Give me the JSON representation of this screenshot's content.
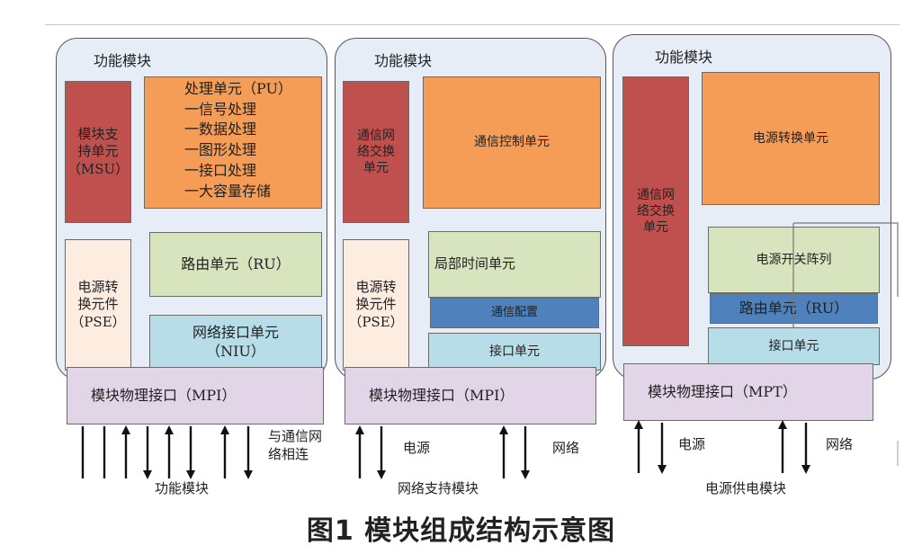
{
  "modules": [
    {
      "name": "function",
      "title": "功能模块",
      "msu": "模块支\n持单元\n（MSU）",
      "pu": "处理单元（PU）\n一信号处理\n一数据处理\n一图形处理\n一接口处理\n一大容量存储",
      "pse": "电源转\n换元件\n（PSE）",
      "ru": "路由单元（RU）",
      "niu": "网络接口单元\n（NIU）",
      "mpi": "模块物理接口（MPI）",
      "ext_label": "与通信网\n络相连",
      "bottom_label": "功能模块"
    },
    {
      "name": "network-support",
      "title": "功能模块",
      "switch": "通信网\n络交换\n单元",
      "control": "通信控制单元",
      "pse": "电源转\n换元件\n（PSE）",
      "local_time": "局部时间单元",
      "comm_config": "通信配置",
      "interface": "接口单元",
      "mpi": "模块物理接口（MPI）",
      "power_label": "电源",
      "network_label": "网络",
      "bottom_label": "网络支持模块"
    },
    {
      "name": "power-supply",
      "title": "功能模块",
      "switch": "通信网\n络交换\n单元",
      "power_convert": "电源转换单元",
      "switch_array": "电源开关阵列",
      "ru": "路由单元（RU）",
      "interface": "接口单元",
      "mpi": "模块物理接口（MPT）",
      "power_label": "电源",
      "network_label": "网络",
      "bottom_label": "电源供电模块"
    }
  ],
  "caption": "图1 模块组成结构示意图",
  "colors": {
    "module_bg": "#e7edf7",
    "red": "#c0504d",
    "orange": "#f59d56",
    "peach": "#fdece0",
    "green": "#d7e4bd",
    "teal": "#b6dde8",
    "blue": "#4f81bd",
    "mpi": "#e1d5e7"
  }
}
